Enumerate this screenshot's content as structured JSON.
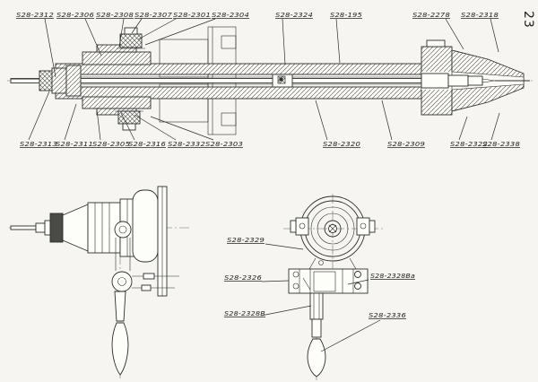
{
  "page": {
    "number": "23"
  },
  "colors": {
    "paper": "#f6f5f1",
    "ink": "#2e2e2e"
  },
  "callouts": {
    "top_row": [
      "S28-2312",
      "S28-2306",
      "S28-2308",
      "S28-2307",
      "S28-2301",
      "S28-2304",
      "S28-2324",
      "S28-195",
      "S28-2278",
      "S28-2318"
    ],
    "bottom_row": [
      "S28-2313",
      "S28-2311",
      "S28-2305",
      "S28-2316",
      "S28-2332",
      "S28-2303",
      "S28-2320",
      "S28-2309",
      "S28-2322",
      "S28-2338"
    ],
    "detail_view": [
      "S28-2329",
      "S28-2326",
      "S28-2328Ba",
      "S28-2328B",
      "S28-2336"
    ]
  }
}
